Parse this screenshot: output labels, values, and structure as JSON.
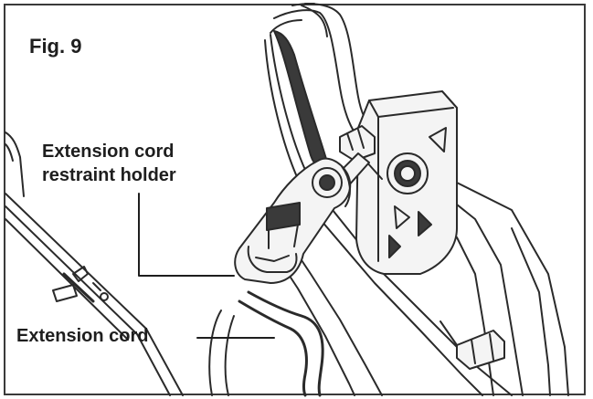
{
  "figure": {
    "title": "Fig. 9",
    "callouts": {
      "holder_line1": "Extension cord",
      "holder_line2": "restraint holder",
      "cord": "Extension cord"
    }
  },
  "colors": {
    "stroke": "#2a2a2a",
    "fill_dark": "#3a3a3a",
    "fill_light": "#f4f4f4",
    "border": "#3a3a3a"
  }
}
